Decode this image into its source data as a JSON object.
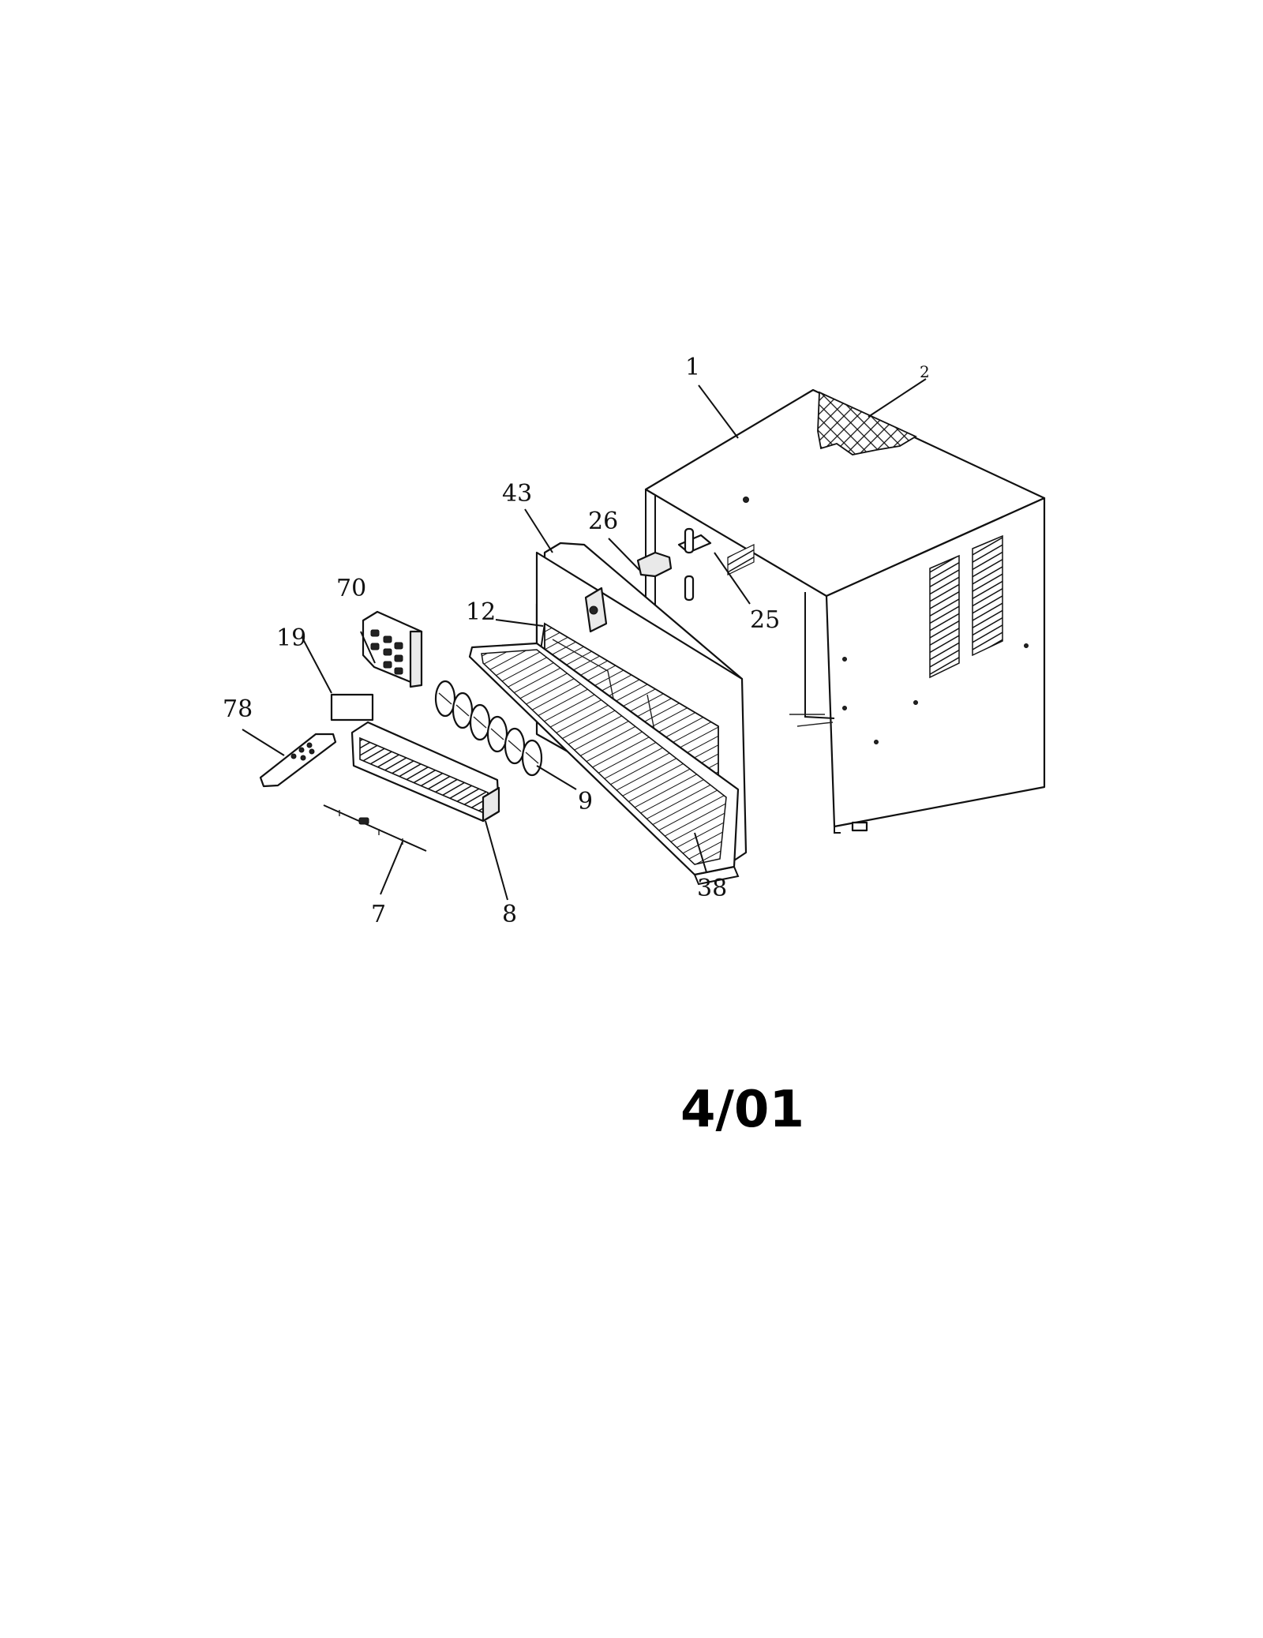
{
  "diagram": {
    "part_labels": {
      "p1": "1",
      "p2": "2",
      "p43": "43",
      "p26": "26",
      "p25": "25",
      "p70": "70",
      "p12": "12",
      "p19": "19",
      "p78": "78",
      "p9": "9",
      "p38": "38",
      "p7": "7",
      "p8": "8"
    },
    "revision": "4/01"
  }
}
